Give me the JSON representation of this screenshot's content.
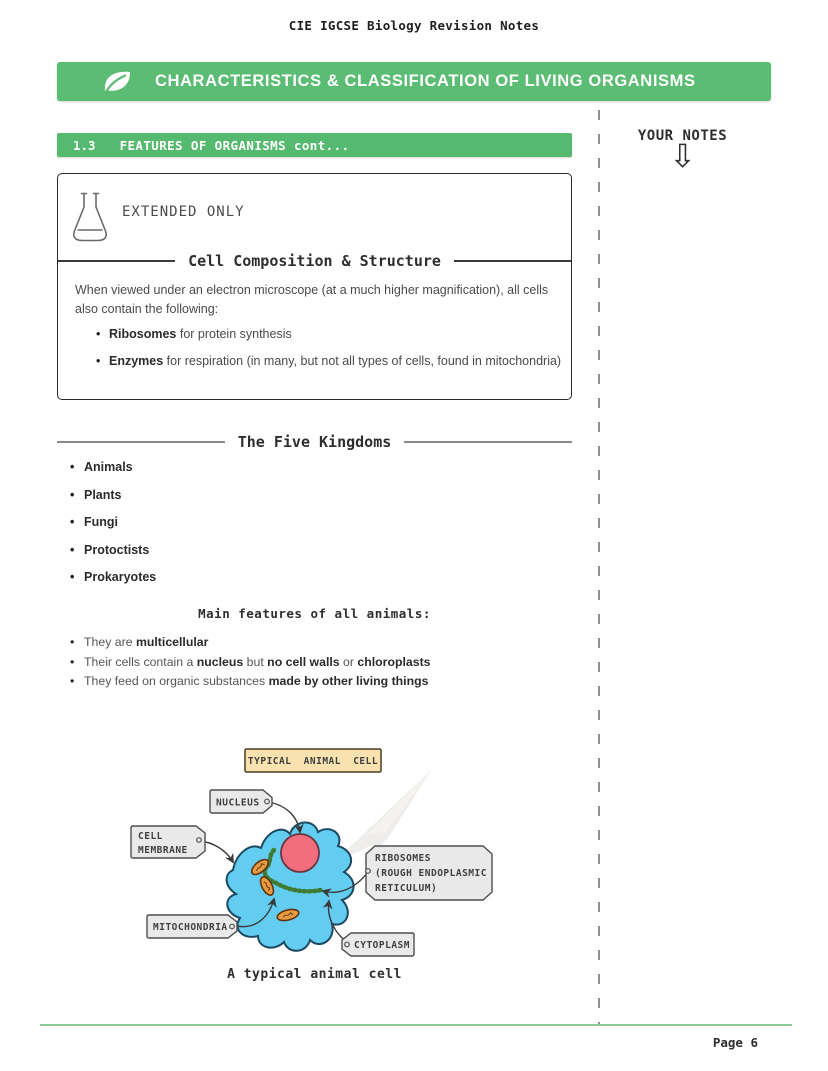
{
  "page": {
    "header_title": "CIE IGCSE Biology Revision Notes",
    "page_number": "Page 6"
  },
  "banner": {
    "title": "CHARACTERISTICS & CLASSIFICATION OF LIVING ORGANISMS",
    "icon": "leaf-icon"
  },
  "section_bar": {
    "number": "1.3",
    "title": "FEATURES OF ORGANISMS cont..."
  },
  "notes_column": {
    "label": "YOUR NOTES",
    "arrow_glyph": "⇩"
  },
  "extended_box": {
    "tag": "EXTENDED ONLY",
    "icon": "flask-icon",
    "heading": "Cell Composition & Structure",
    "paragraph": "When viewed under an electron microscope (at a much higher magnification), all cells also contain the following:",
    "bullets": [
      {
        "bold": "Ribosomes",
        "rest": " for protein synthesis"
      },
      {
        "bold": "Enzymes",
        "rest": " for respiration (in many, but not all types of cells, found in mitochondria)"
      }
    ]
  },
  "five_kingdoms": {
    "heading": "The Five Kingdoms",
    "items": [
      "Animals",
      "Plants",
      "Fungi",
      "Protoctists",
      "Prokaryotes"
    ]
  },
  "animal_features": {
    "heading": "Main features of all animals:",
    "bullets": [
      {
        "parts": [
          {
            "text": "They are",
            "bold": false
          },
          {
            "text": " multicellular",
            "bold": true
          }
        ]
      },
      {
        "parts": [
          {
            "text": "Their cells contain a",
            "bold": false
          },
          {
            "text": " nucleus",
            "bold": true
          },
          {
            "text": " but",
            "bold": false
          },
          {
            "text": " no cell walls",
            "bold": true
          },
          {
            "text": " or",
            "bold": false
          },
          {
            "text": " chloroplasts",
            "bold": true
          }
        ]
      },
      {
        "parts": [
          {
            "text": "They feed on organic substances",
            "bold": false
          },
          {
            "text": " made by other living things",
            "bold": true
          }
        ]
      }
    ]
  },
  "diagram": {
    "title_box": "TYPICAL ANIMAL CELL",
    "labels": {
      "nucleus": "NUCLEUS",
      "cell_membrane_1": "CELL",
      "cell_membrane_2": "MEMBRANE",
      "ribosomes_1": "RIBOSOMES",
      "ribosomes_2": "(ROUGH ENDOPLASMIC",
      "ribosomes_3": "RETICULUM)",
      "mitochondria": "MITOCHONDRIA",
      "cytoplasm": "CYTOPLASM"
    },
    "caption": "A typical animal cell",
    "colors": {
      "banner_green": "#5bbc74",
      "bar_green": "#55ba6f",
      "divider_green": "#8ccb99",
      "cell_fill": "#62cdf1",
      "cell_outline": "#1d4a61",
      "nucleus_fill": "#f26e7e",
      "nucleus_outline": "#6b3540",
      "mitochondria_fill": "#e89b41",
      "mitochondria_outline": "#5f3313",
      "er_green": "#3e7c36",
      "tag_fill": "#e9e9e9",
      "tag_border": "#4f4f4f",
      "title_box_fill": "#f7e2b0"
    }
  }
}
